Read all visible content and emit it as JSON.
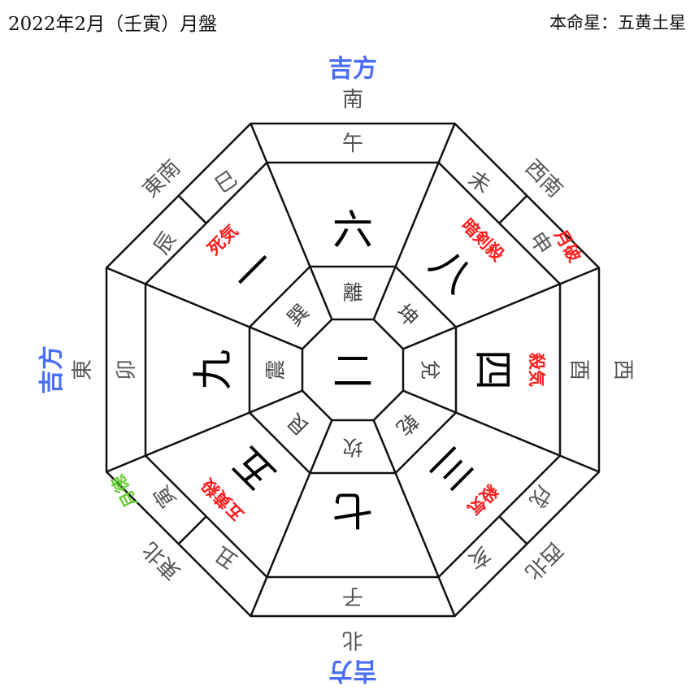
{
  "header": {
    "title": "2022年2月（壬寅）月盤",
    "honmei": "本命星：五黄土星"
  },
  "center_star": "二",
  "kichi_label": "吉方",
  "colors": {
    "kichi": "#4a6ef5",
    "bad": "#ff1a1a",
    "good": "#66cc33",
    "line": "#111111"
  },
  "sectors": [
    {
      "direction": "南",
      "zodiac": [
        "午"
      ],
      "star": "六",
      "trigram": "離",
      "kichi": true,
      "marks": []
    },
    {
      "direction": "西南",
      "zodiac": [
        "未",
        "申"
      ],
      "star": "八",
      "trigram": "坤",
      "kichi": false,
      "marks": [
        {
          "text": "暗剣殺",
          "type": "bad",
          "place": "inner"
        },
        {
          "text": "月破",
          "type": "bad",
          "place": "outer"
        }
      ]
    },
    {
      "direction": "西",
      "zodiac": [
        "酉"
      ],
      "star": "四",
      "trigram": "兌",
      "kichi": false,
      "marks": [
        {
          "text": "殺気",
          "type": "bad",
          "place": "inner"
        }
      ]
    },
    {
      "direction": "西北",
      "zodiac": [
        "戌",
        "亥"
      ],
      "star": "三",
      "trigram": "乾",
      "kichi": false,
      "marks": [
        {
          "text": "殺気",
          "type": "bad",
          "place": "inner"
        }
      ]
    },
    {
      "direction": "北",
      "zodiac": [
        "子"
      ],
      "star": "七",
      "trigram": "坎",
      "kichi": true,
      "marks": []
    },
    {
      "direction": "東北",
      "zodiac": [
        "丑",
        "寅"
      ],
      "star": "五",
      "trigram": "艮",
      "kichi": false,
      "marks": [
        {
          "text": "五黄殺",
          "type": "bad",
          "place": "inner"
        },
        {
          "text": "月徳",
          "type": "good",
          "place": "outer"
        }
      ]
    },
    {
      "direction": "東",
      "zodiac": [
        "卯"
      ],
      "star": "九",
      "trigram": "震",
      "kichi": true,
      "marks": []
    },
    {
      "direction": "東南",
      "zodiac": [
        "辰",
        "巳"
      ],
      "star": "一",
      "trigram": "巽",
      "kichi": false,
      "marks": [
        {
          "text": "死気",
          "type": "bad",
          "place": "inner"
        }
      ]
    }
  ]
}
